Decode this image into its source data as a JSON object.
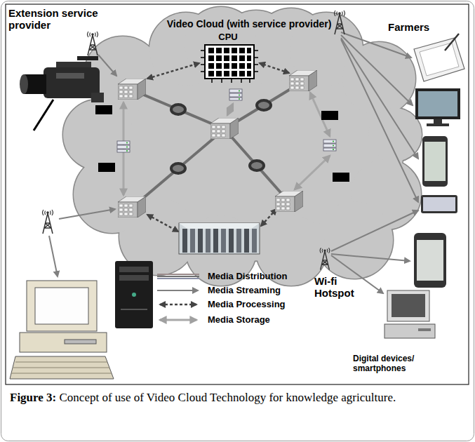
{
  "diagram": {
    "caption": "Figure 3: Concept of use of Video Cloud Technology for knowledge agriculture.",
    "nodes": [
      {
        "text": [
          "Video Cloud (with service provider)"
        ]
      },
      {
        "text": [
          "CPU"
        ],
        "in": 0
      }
    ],
    "labels": [
      "Extension service provider",
      "Farmers",
      "Wi-fi Hotspot",
      "Digital devices/ smartphones"
    ],
    "legend": [
      {
        "text": "Media Distribution"
      },
      {
        "text": "Media Streaming"
      },
      {
        "text": "Media Processing"
      },
      {
        "text": "Media Storage"
      }
    ]
  }
}
